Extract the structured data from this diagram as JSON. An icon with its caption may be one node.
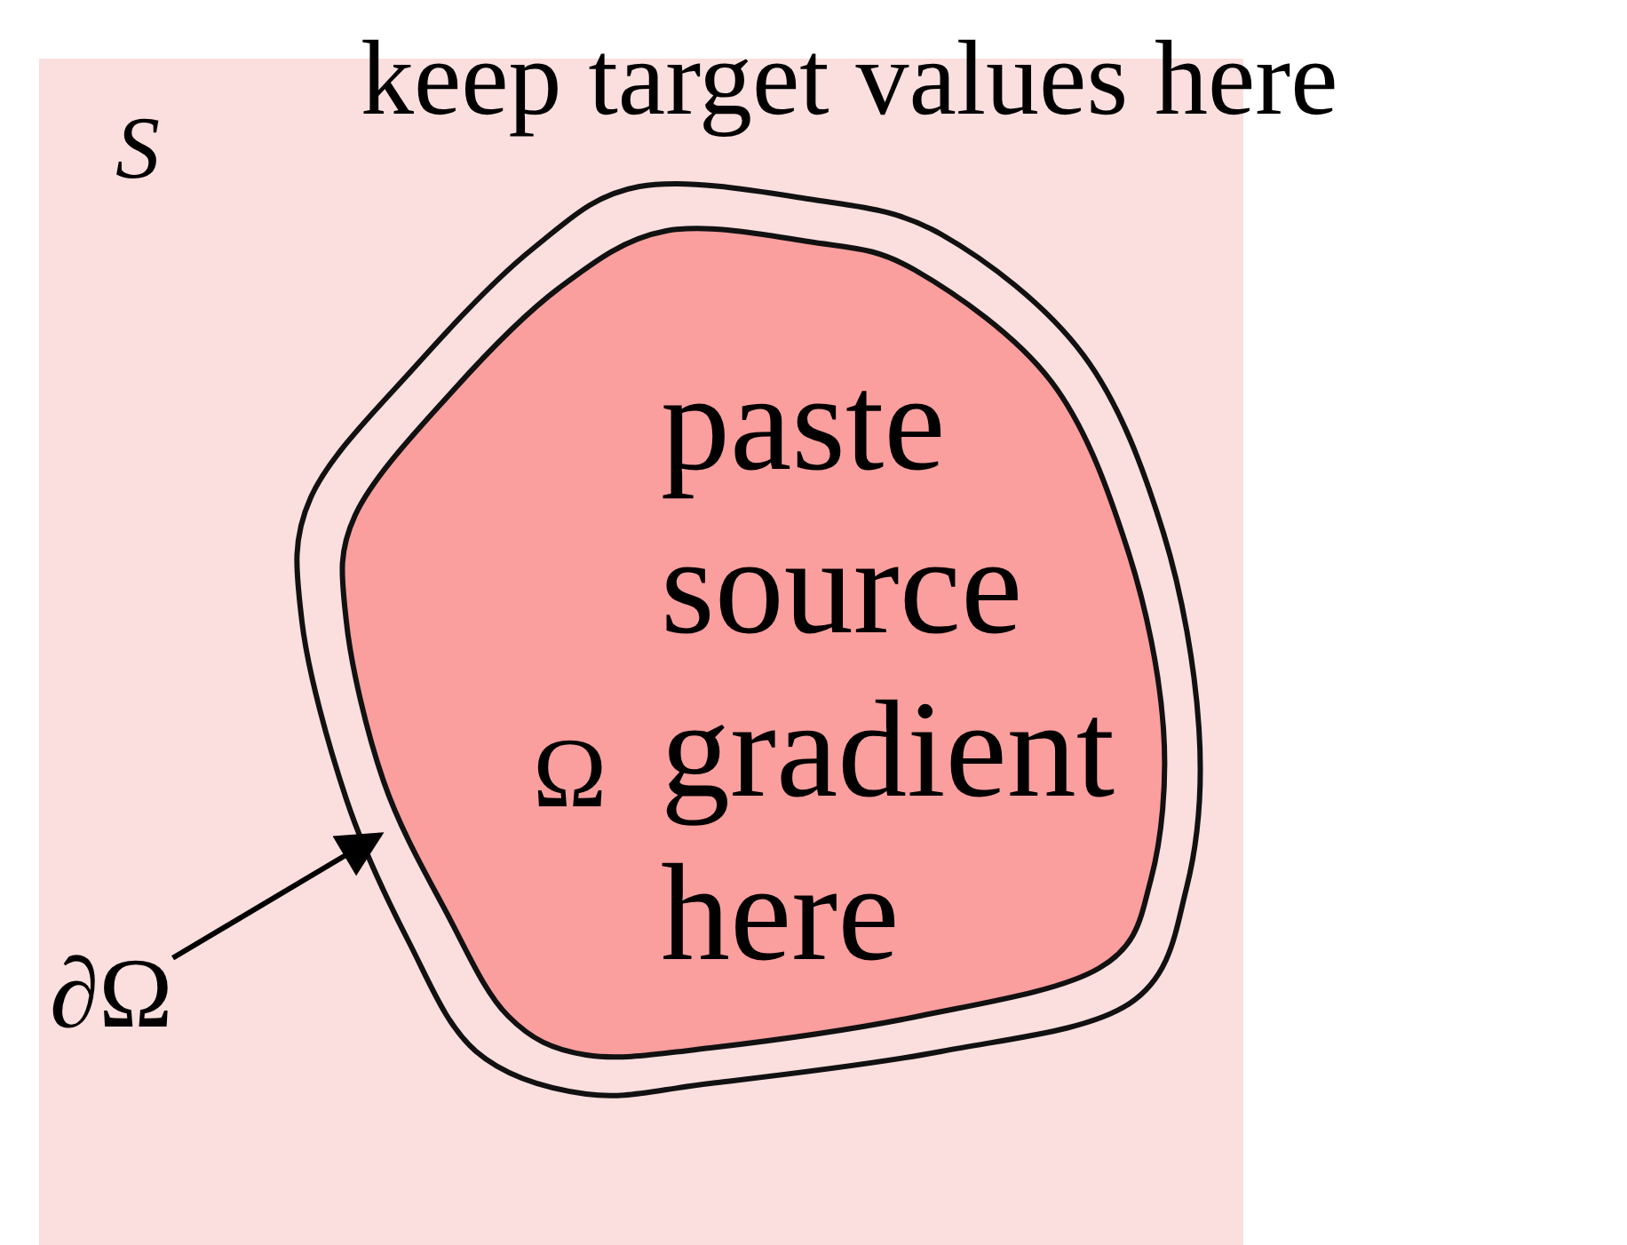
{
  "diagram": {
    "nodes": [
      {
        "text": [
          "S",
          "keep target values here"
        ]
      },
      {
        "text": [],
        "shape": "band",
        "in": 0
      },
      {
        "text": [
          "Ω",
          "paste source gradient here"
        ],
        "in": 1
      },
      {
        "text": [
          "∂Ω"
        ],
        "in": 0
      }
    ],
    "edges": [
      {
        "from": 3,
        "to": 1,
        "arrow": "to"
      }
    ]
  }
}
